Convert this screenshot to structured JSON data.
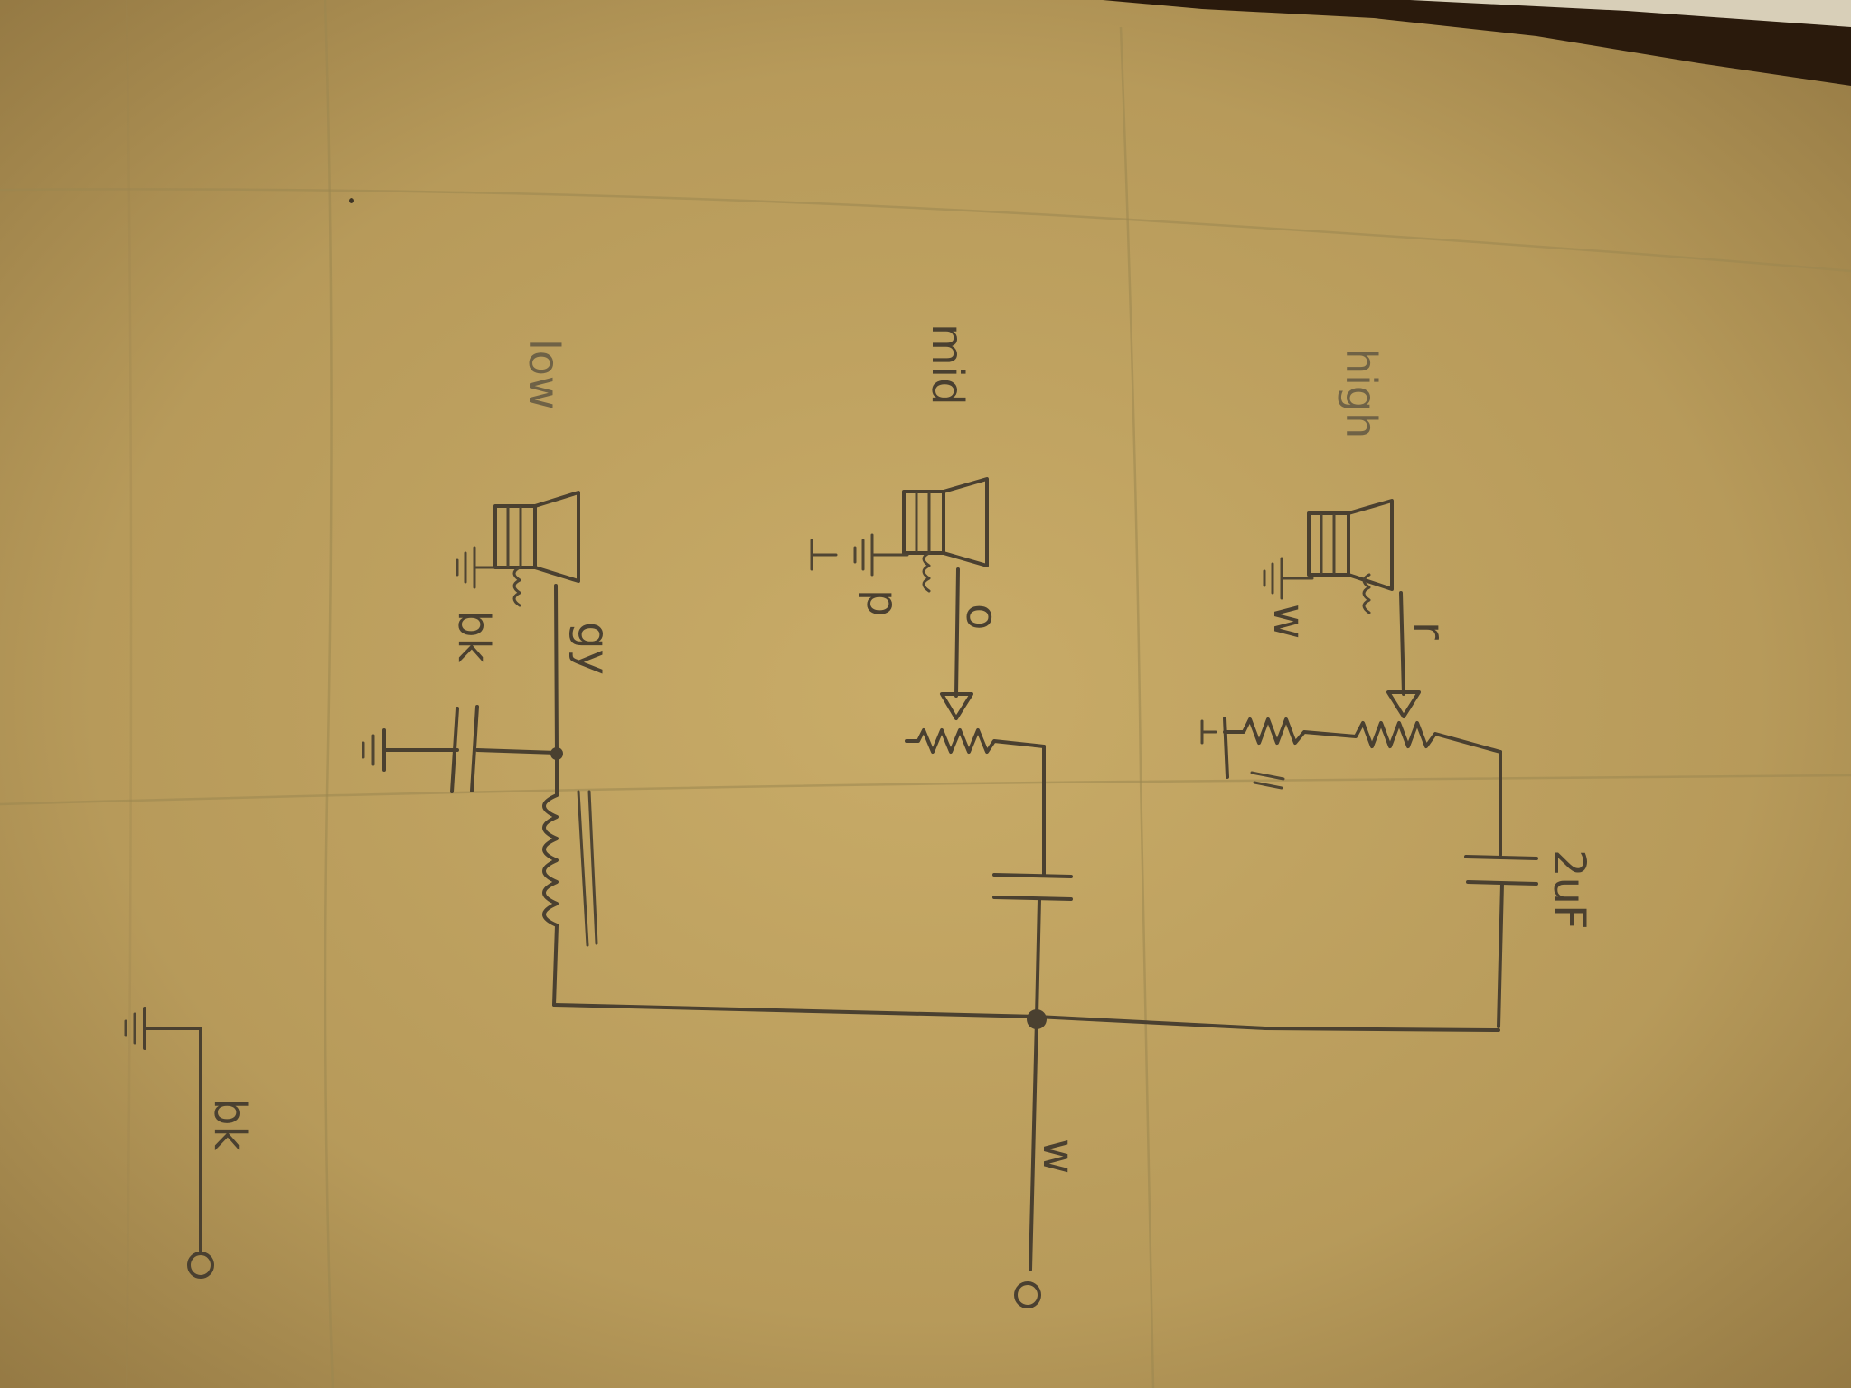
{
  "diagram": {
    "labels": {
      "low_speaker": "low",
      "mid_speaker": "mid",
      "high_speaker": "high",
      "low_hot_wire": "gy",
      "low_ground_wire": "bk",
      "mid_hot_wire": "o",
      "mid_ground_wire": "p",
      "high_hot_wire": "r",
      "high_ground_wire": "w",
      "high_capacitor": "2uF",
      "input_hot": "w",
      "input_ground": "bk"
    }
  }
}
